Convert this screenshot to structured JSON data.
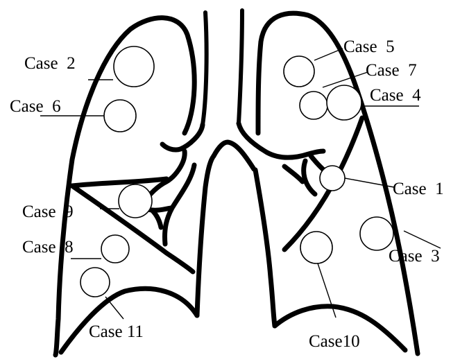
{
  "labels": {
    "case1": "Case  1",
    "case2": "Case  2",
    "case3": "Case  3",
    "case4": "Case  4",
    "case5": "Case  5",
    "case6": "Case  6",
    "case7": "Case  7",
    "case8": "Case  8",
    "case9": "Case  9",
    "case10": "Case10",
    "case11": "Case 11"
  },
  "colors": {
    "line": "#000000",
    "background": "#ffffff",
    "lesion_fill": "#ffffff"
  }
}
